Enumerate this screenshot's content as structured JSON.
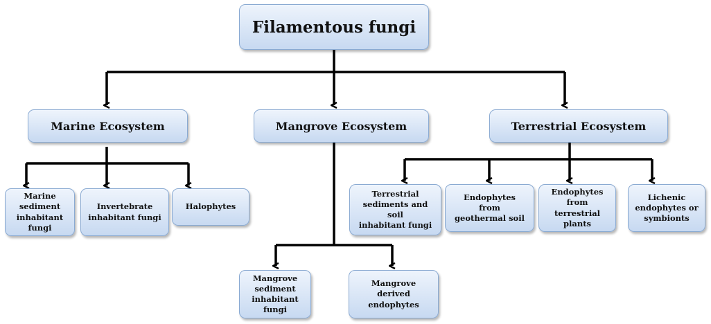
{
  "diagram": {
    "root": "Filamentous fungi",
    "ecosystems": [
      {
        "label": "Marine Ecosystem",
        "children": [
          "Marine\nsediment\ninhabitant\nfungi",
          "Invertebrate\ninhabitant fungi",
          "Halophytes"
        ]
      },
      {
        "label": "Mangrove Ecosystem",
        "children": [
          "Mangrove\nsediment\ninhabitant\nfungi",
          "Mangrove\nderived\nendophytes"
        ]
      },
      {
        "label": "Terrestrial Ecosystem",
        "children": [
          "Terrestrial\nsediments and\nsoil\ninhabitant fungi",
          "Endophytes\nfrom\ngeothermal soil",
          "Endophytes\nfrom\nterrestrial\nplants",
          "Lichenic\nendophytes or\nsymbionts"
        ]
      }
    ]
  }
}
